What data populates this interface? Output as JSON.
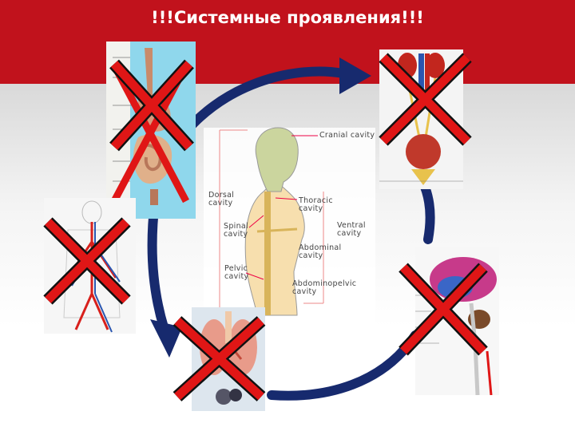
{
  "slide": {
    "title": "!!!Системные проявления!!!",
    "colors": {
      "header": "#c1121c",
      "cross": "#e01616",
      "arrow": "#172a6e",
      "body_fill": "#f7dfae",
      "head_fill": "#cbd59e"
    }
  },
  "center_figure": {
    "labels": {
      "cranial": "Cranial cavity",
      "dorsal": "Dorsal cavity",
      "thoracic": "Thoracic cavity",
      "spinal": "Spinal cavity",
      "ventral": "Ventral cavity",
      "abdominal": "Abdominal cavity",
      "pelvic": "Pelvic cavity",
      "abdominopelvic": "Abdominopelvic cavity"
    }
  },
  "panels": [
    {
      "name": "digestive-system-image",
      "crossed": true
    },
    {
      "name": "urinary-system-image",
      "crossed": true
    },
    {
      "name": "circulatory-system-image",
      "crossed": true
    },
    {
      "name": "respiratory-system-image",
      "crossed": true
    },
    {
      "name": "nervous-system-image",
      "crossed": true
    }
  ]
}
